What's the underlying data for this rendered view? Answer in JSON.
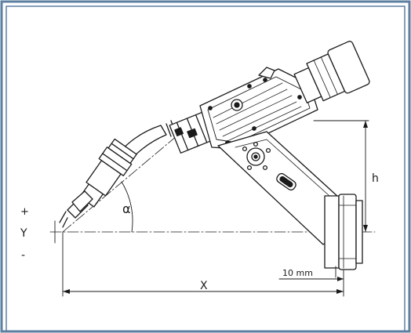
{
  "frame_color": "#5d7fa0",
  "labels": {
    "plus": "+",
    "y": "Y",
    "minus": "-",
    "alpha": "α",
    "h": "h",
    "x": "X",
    "offset": "10 mm"
  }
}
